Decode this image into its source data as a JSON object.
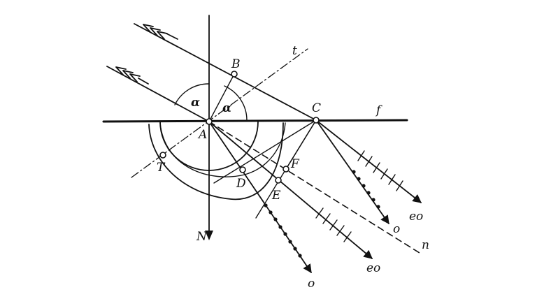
{
  "diagram": {
    "labels": {
      "B": "B",
      "t": "t",
      "alpha_left": "α",
      "alpha_right": "α",
      "C": "C",
      "f": "f",
      "A": "A",
      "T": "T",
      "F": "F",
      "D": "D",
      "E": "E",
      "N": "N",
      "o_ray_D": "o",
      "eo_ray_E": "eo",
      "o_ray_C": "o",
      "eo_ray_C": "eo",
      "n": "n"
    }
  }
}
